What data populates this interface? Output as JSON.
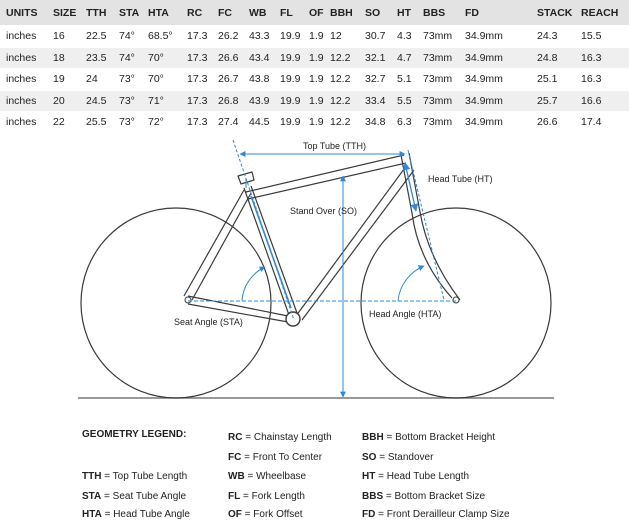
{
  "table": {
    "columns": [
      "UNITS",
      "SIZE",
      "TTH",
      "STA",
      "HTA",
      "RC",
      "FC",
      "WB",
      "FL",
      "OF",
      "BBH",
      "SO",
      "HT",
      "BBS",
      "FD",
      "STACK",
      "REACH"
    ],
    "rows": [
      [
        "inches",
        "16",
        "22.5",
        "74°",
        "68.5°",
        "17.3",
        "26.2",
        "43.3",
        "19.9",
        "1.9",
        "12",
        "30.7",
        "4.3",
        "73mm",
        "34.9mm",
        "24.3",
        "15.5"
      ],
      [
        "inches",
        "18",
        "23.5",
        "74°",
        "70°",
        "17.3",
        "26.6",
        "43.4",
        "19.9",
        "1.9",
        "12.2",
        "32.1",
        "4.7",
        "73mm",
        "34.9mm",
        "24.8",
        "16.3"
      ],
      [
        "inches",
        "19",
        "24",
        "73°",
        "70°",
        "17.3",
        "26.7",
        "43.8",
        "19.9",
        "1.9",
        "12.2",
        "32.7",
        "5.1",
        "73mm",
        "34.9mm",
        "25.1",
        "16.3"
      ],
      [
        "inches",
        "20",
        "24.5",
        "73°",
        "71°",
        "17.3",
        "26.8",
        "43.9",
        "19.9",
        "1.9",
        "12.2",
        "33.4",
        "5.5",
        "73mm",
        "34.9mm",
        "25.7",
        "16.6"
      ],
      [
        "inches",
        "22",
        "25.5",
        "73°",
        "72°",
        "17.3",
        "27.4",
        "44.5",
        "19.9",
        "1.9",
        "12.2",
        "34.8",
        "6.3",
        "73mm",
        "34.9mm",
        "26.6",
        "17.4"
      ]
    ]
  },
  "diagram": {
    "labels": {
      "top_tube": "Top Tube (TTH)",
      "head_tube": "Head Tube (HT)",
      "stand_over": "Stand Over (SO)",
      "seat_angle": "Seat Angle (STA)",
      "head_angle": "Head Angle (HTA)"
    },
    "colors": {
      "frame": "#3a3a3a",
      "dimension": "#2f8ad6",
      "ground": "#777777"
    }
  },
  "legend": {
    "title": "GEOMETRY LEGEND:",
    "items": [
      {
        "abbr": "TTH",
        "text": "= Top Tube Length"
      },
      {
        "abbr": "STA",
        "text": "= Seat Tube Angle"
      },
      {
        "abbr": "HTA",
        "text": "= Head Tube Angle"
      },
      {
        "abbr": "RC",
        "text": "= Chainstay Length"
      },
      {
        "abbr": "FC",
        "text": "= Front To Center"
      },
      {
        "abbr": "WB",
        "text": "= Wheelbase"
      },
      {
        "abbr": "FL",
        "text": "= Fork Length"
      },
      {
        "abbr": "OF",
        "text": "= Fork Offset"
      },
      {
        "abbr": "BBH",
        "text": "= Bottom Bracket Height"
      },
      {
        "abbr": "SO",
        "text": "= Standover"
      },
      {
        "abbr": "HT",
        "text": "= Head Tube Length"
      },
      {
        "abbr": "BBS",
        "text": "= Bottom Bracket Size"
      },
      {
        "abbr": "FD",
        "text": "= Front Derailleur Clamp Size"
      }
    ]
  }
}
